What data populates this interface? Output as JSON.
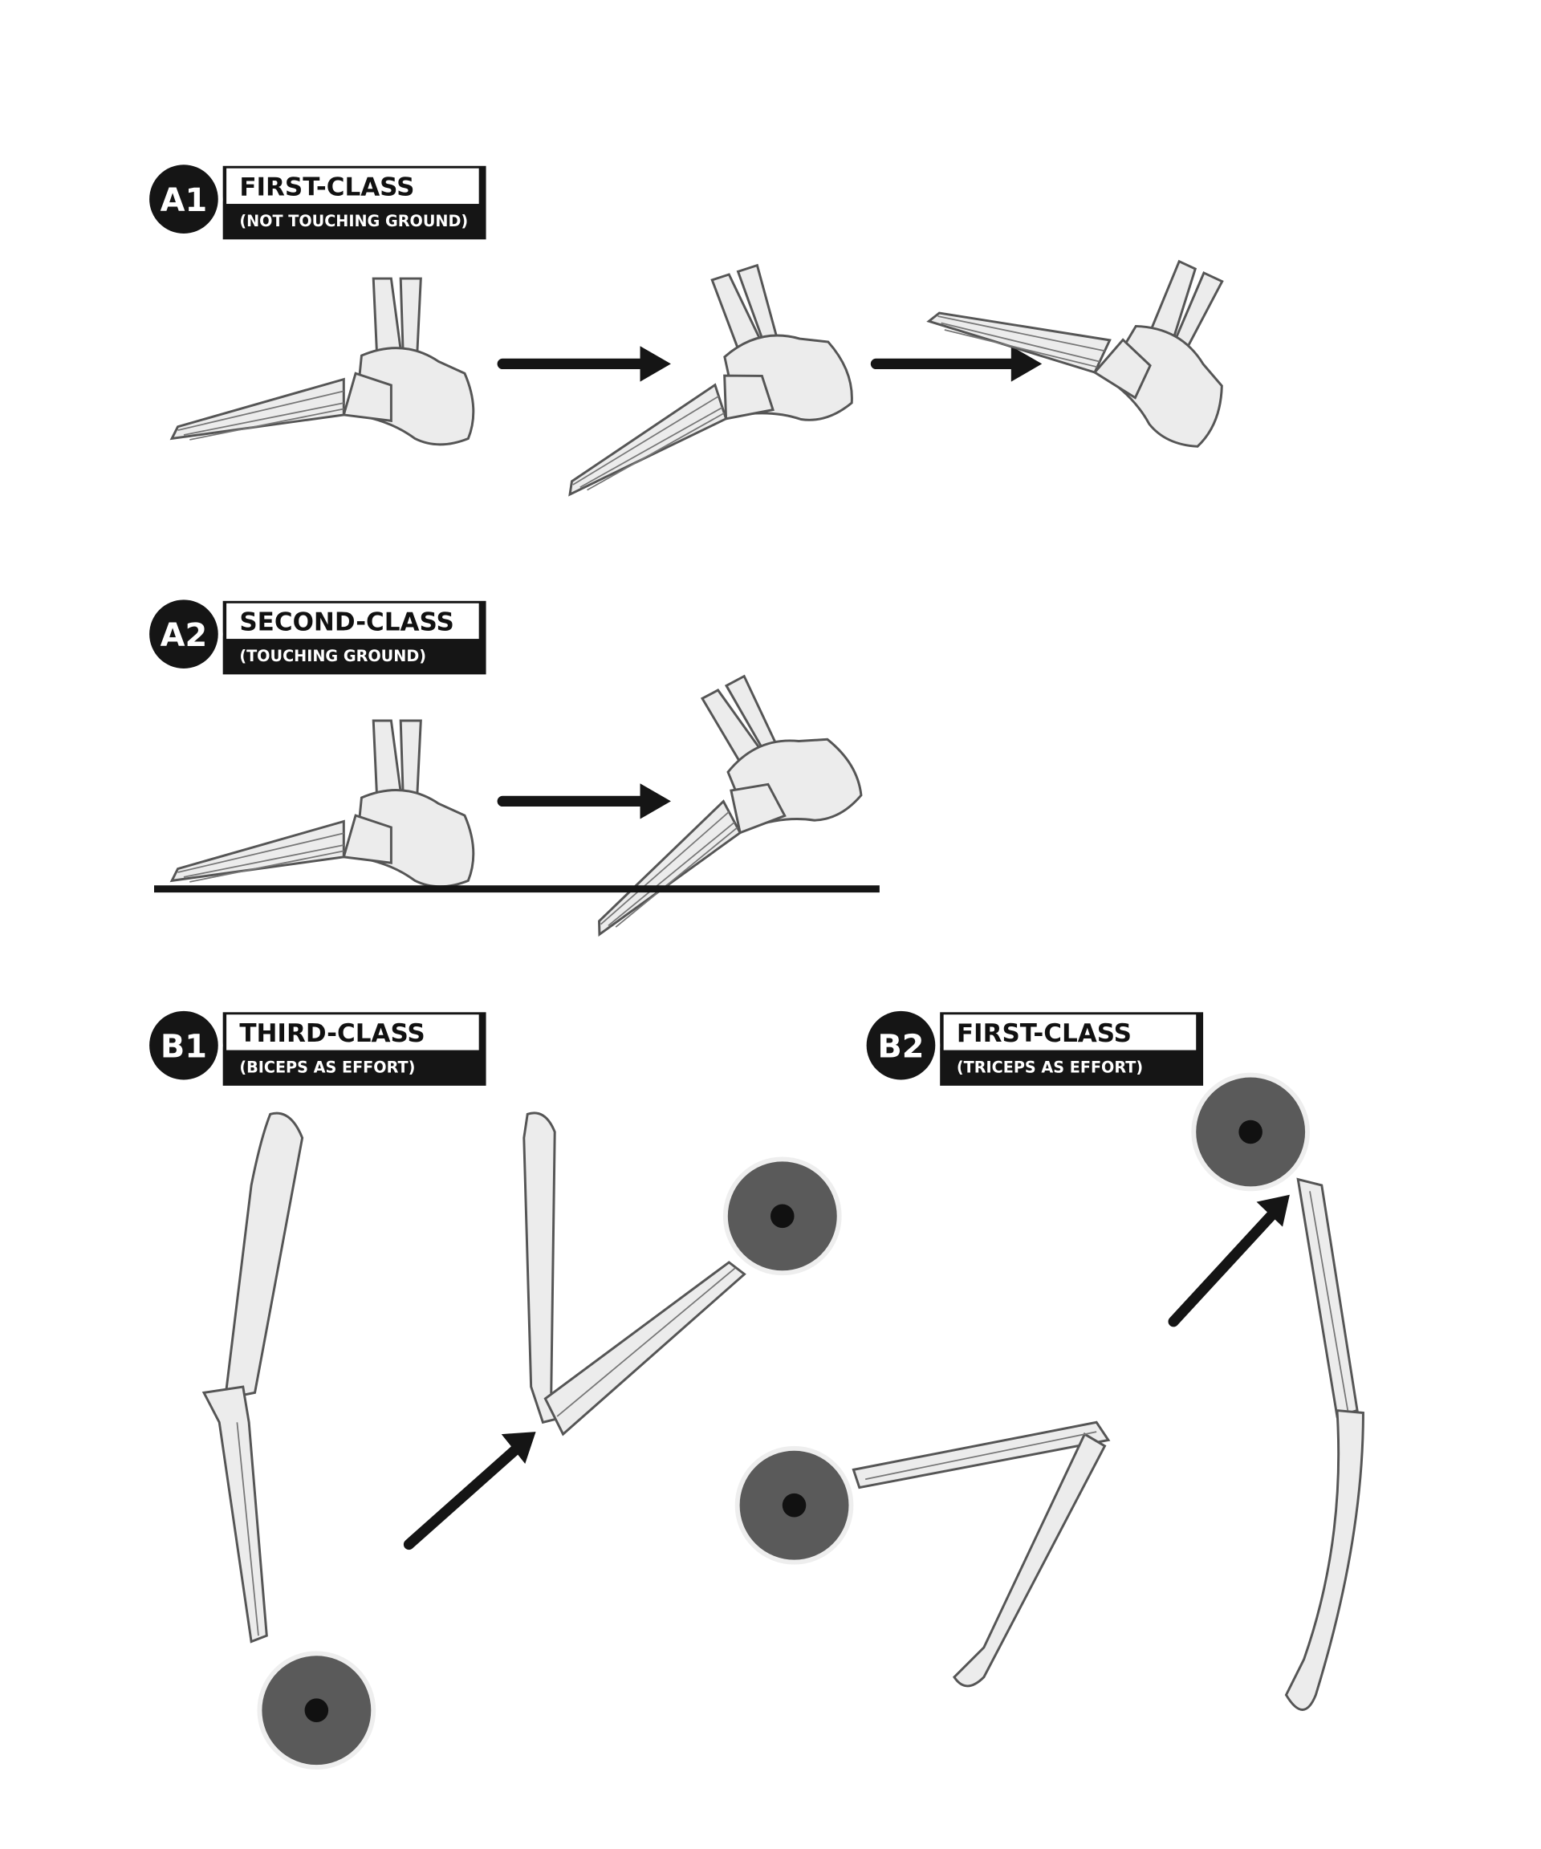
{
  "panels": [
    {
      "badge": "A1",
      "title": "FIRST-CLASS",
      "subtitle": "(NOT TOUCHING GROUND)"
    },
    {
      "badge": "A2",
      "title": "SECOND-CLASS",
      "subtitle": "(TOUCHING GROUND)"
    },
    {
      "badge": "B1",
      "title": "THIRD-CLASS",
      "subtitle": "(BICEPS AS EFFORT)"
    },
    {
      "badge": "B2",
      "title": "FIRST-CLASS",
      "subtitle": "(TRICEPS AS EFFORT)"
    }
  ]
}
